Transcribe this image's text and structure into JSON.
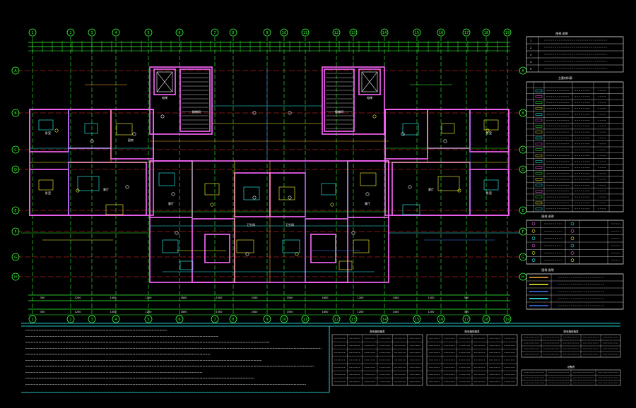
{
  "colors": {
    "background": "#000000",
    "wall": "#ff66ff",
    "axis": "#ff2d2d",
    "grid": "#33ff33",
    "yellow": "#ffff33",
    "cyan": "#33ffff",
    "blue": "#4477ff",
    "white": "#ffffff",
    "orange": "#ffaa33"
  },
  "axes_top": [
    "1",
    "2",
    "3",
    "4",
    "5",
    "6",
    "7",
    "8",
    "9",
    "10",
    "11",
    "12",
    "13",
    "14",
    "15",
    "16",
    "17",
    "18",
    "19"
  ],
  "axes_left": [
    "A",
    "B",
    "C",
    "D",
    "E",
    "F",
    "G",
    "H"
  ],
  "dims_bottom": [
    "300",
    "1200",
    "1400",
    "1200",
    "1800",
    "1500",
    "2400",
    "1500",
    "1800",
    "1200",
    "1400",
    "1200",
    "300"
  ],
  "rooms": [
    {
      "id": "bed-left-top",
      "label": "卧室"
    },
    {
      "id": "bed-left-mid",
      "label": "卧室"
    },
    {
      "id": "living-left",
      "label": "客厅"
    },
    {
      "id": "kitchen-left",
      "label": "厨房"
    },
    {
      "id": "stair-left",
      "label": "楼梯间"
    },
    {
      "id": "elev-left",
      "label": "电梯"
    },
    {
      "id": "stair-right",
      "label": "楼梯间"
    },
    {
      "id": "elev-right",
      "label": "电梯"
    },
    {
      "id": "living-right",
      "label": "客厅"
    },
    {
      "id": "bed-right-top",
      "label": "卧室"
    },
    {
      "id": "bed-right-mid",
      "label": "卧室"
    },
    {
      "id": "center-living-1",
      "label": "客厅"
    },
    {
      "id": "center-living-2",
      "label": "客厅"
    },
    {
      "id": "center-bath-1",
      "label": "卫生间"
    },
    {
      "id": "center-bath-2",
      "label": "卫生间"
    }
  ],
  "legend_top": {
    "title": "图例 说明",
    "rows": [
      "1",
      "2",
      "3",
      "4",
      "5"
    ]
  },
  "material_table": {
    "title": "主要材料表",
    "rows": 22
  },
  "symbol_legend": {
    "title": "图例 说明",
    "rows": 6
  },
  "line_legend": {
    "title": "图例 说明",
    "rows": 5
  },
  "notes": {
    "count": 10
  },
  "bottom_tables": [
    {
      "id": "table-1",
      "title": "配电箱规格表",
      "cols": 6,
      "rows": 7
    },
    {
      "id": "table-2",
      "title": "配电箱规格表",
      "cols": 6,
      "rows": 7
    },
    {
      "id": "table-3",
      "title": "配电箱规格表",
      "cols": 5,
      "rows": 4
    },
    {
      "id": "table-4",
      "title": "设备表",
      "cols": 4,
      "rows": 3
    }
  ]
}
